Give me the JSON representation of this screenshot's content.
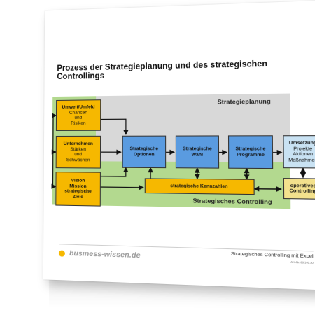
{
  "document": {
    "title": "Prozess der Strategieplanung und des strategischen Controllings",
    "brand": "business-wissen.de",
    "footer_title": "Strategisches Controlling mit Excel",
    "footer_art": "Art.-Nr. 86.146.30"
  },
  "diagram": {
    "region_planung": "Strategieplanung",
    "region_controlling": "Strategisches Controlling",
    "umwelt": {
      "title": "Umwelt/Umfeld",
      "lines": [
        "Chancen",
        "und",
        "Risiken"
      ]
    },
    "unternehmen": {
      "title": "Unternehmen",
      "lines": [
        "Stärken",
        "und",
        "Schwächen"
      ]
    },
    "vision": {
      "lines": [
        "Vision",
        "Mission",
        "strategische",
        "Ziele"
      ]
    },
    "optionen": {
      "lines": [
        "Strategische",
        "Optionen"
      ]
    },
    "wahl": {
      "lines": [
        "Strategische",
        "Wahl"
      ]
    },
    "programme": {
      "lines": [
        "Strategische",
        "Programme"
      ]
    },
    "umsetzung": {
      "title": "Umsetzung",
      "lines": [
        "Projekte",
        "Aktionen",
        "Maßnahmen"
      ]
    },
    "kennzahlen": "strategische Kennzahlen",
    "operatives": {
      "lines": [
        "operatives",
        "Controlling"
      ]
    }
  },
  "colors": {
    "orange": "#f6b800",
    "blue": "#5a9be0",
    "light_blue": "#c9e2f3",
    "pale_yellow": "#f3e18d",
    "green": "#b3d98f",
    "gray": "#d8d8d8"
  }
}
